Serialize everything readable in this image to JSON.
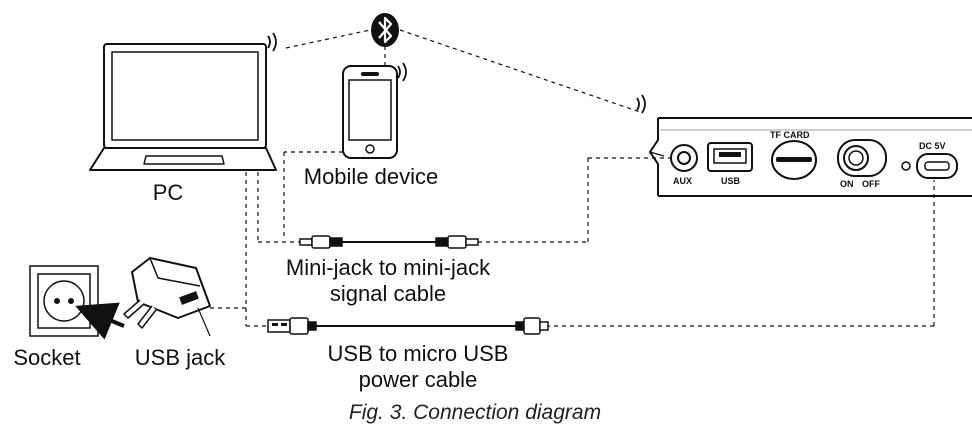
{
  "labels": {
    "pc": "PC",
    "mobile": "Mobile device",
    "socket": "Socket",
    "usb_jack": "USB jack",
    "minijack_line1": "Mini-jack to mini-jack",
    "minijack_line2": "signal cable",
    "usb_cable_line1": "USB to micro USB",
    "usb_cable_line2": "power cable",
    "caption": "Fig. 3. Connection diagram"
  },
  "device_ports": {
    "aux": "AUX",
    "usb": "USB",
    "tf_card": "TF CARD",
    "on": "ON",
    "off": "OFF",
    "dc": "DC 5V"
  },
  "icons": [
    "bluetooth-icon",
    "wireless-signal-icon",
    "laptop-icon",
    "smartphone-icon",
    "wall-socket-icon",
    "usb-charger-icon",
    "minijack-plug-icon",
    "usb-plug-icon",
    "micro-usb-plug-icon",
    "arrow-icon"
  ],
  "colors": {
    "line": "#111111",
    "background": "#ffffff"
  }
}
